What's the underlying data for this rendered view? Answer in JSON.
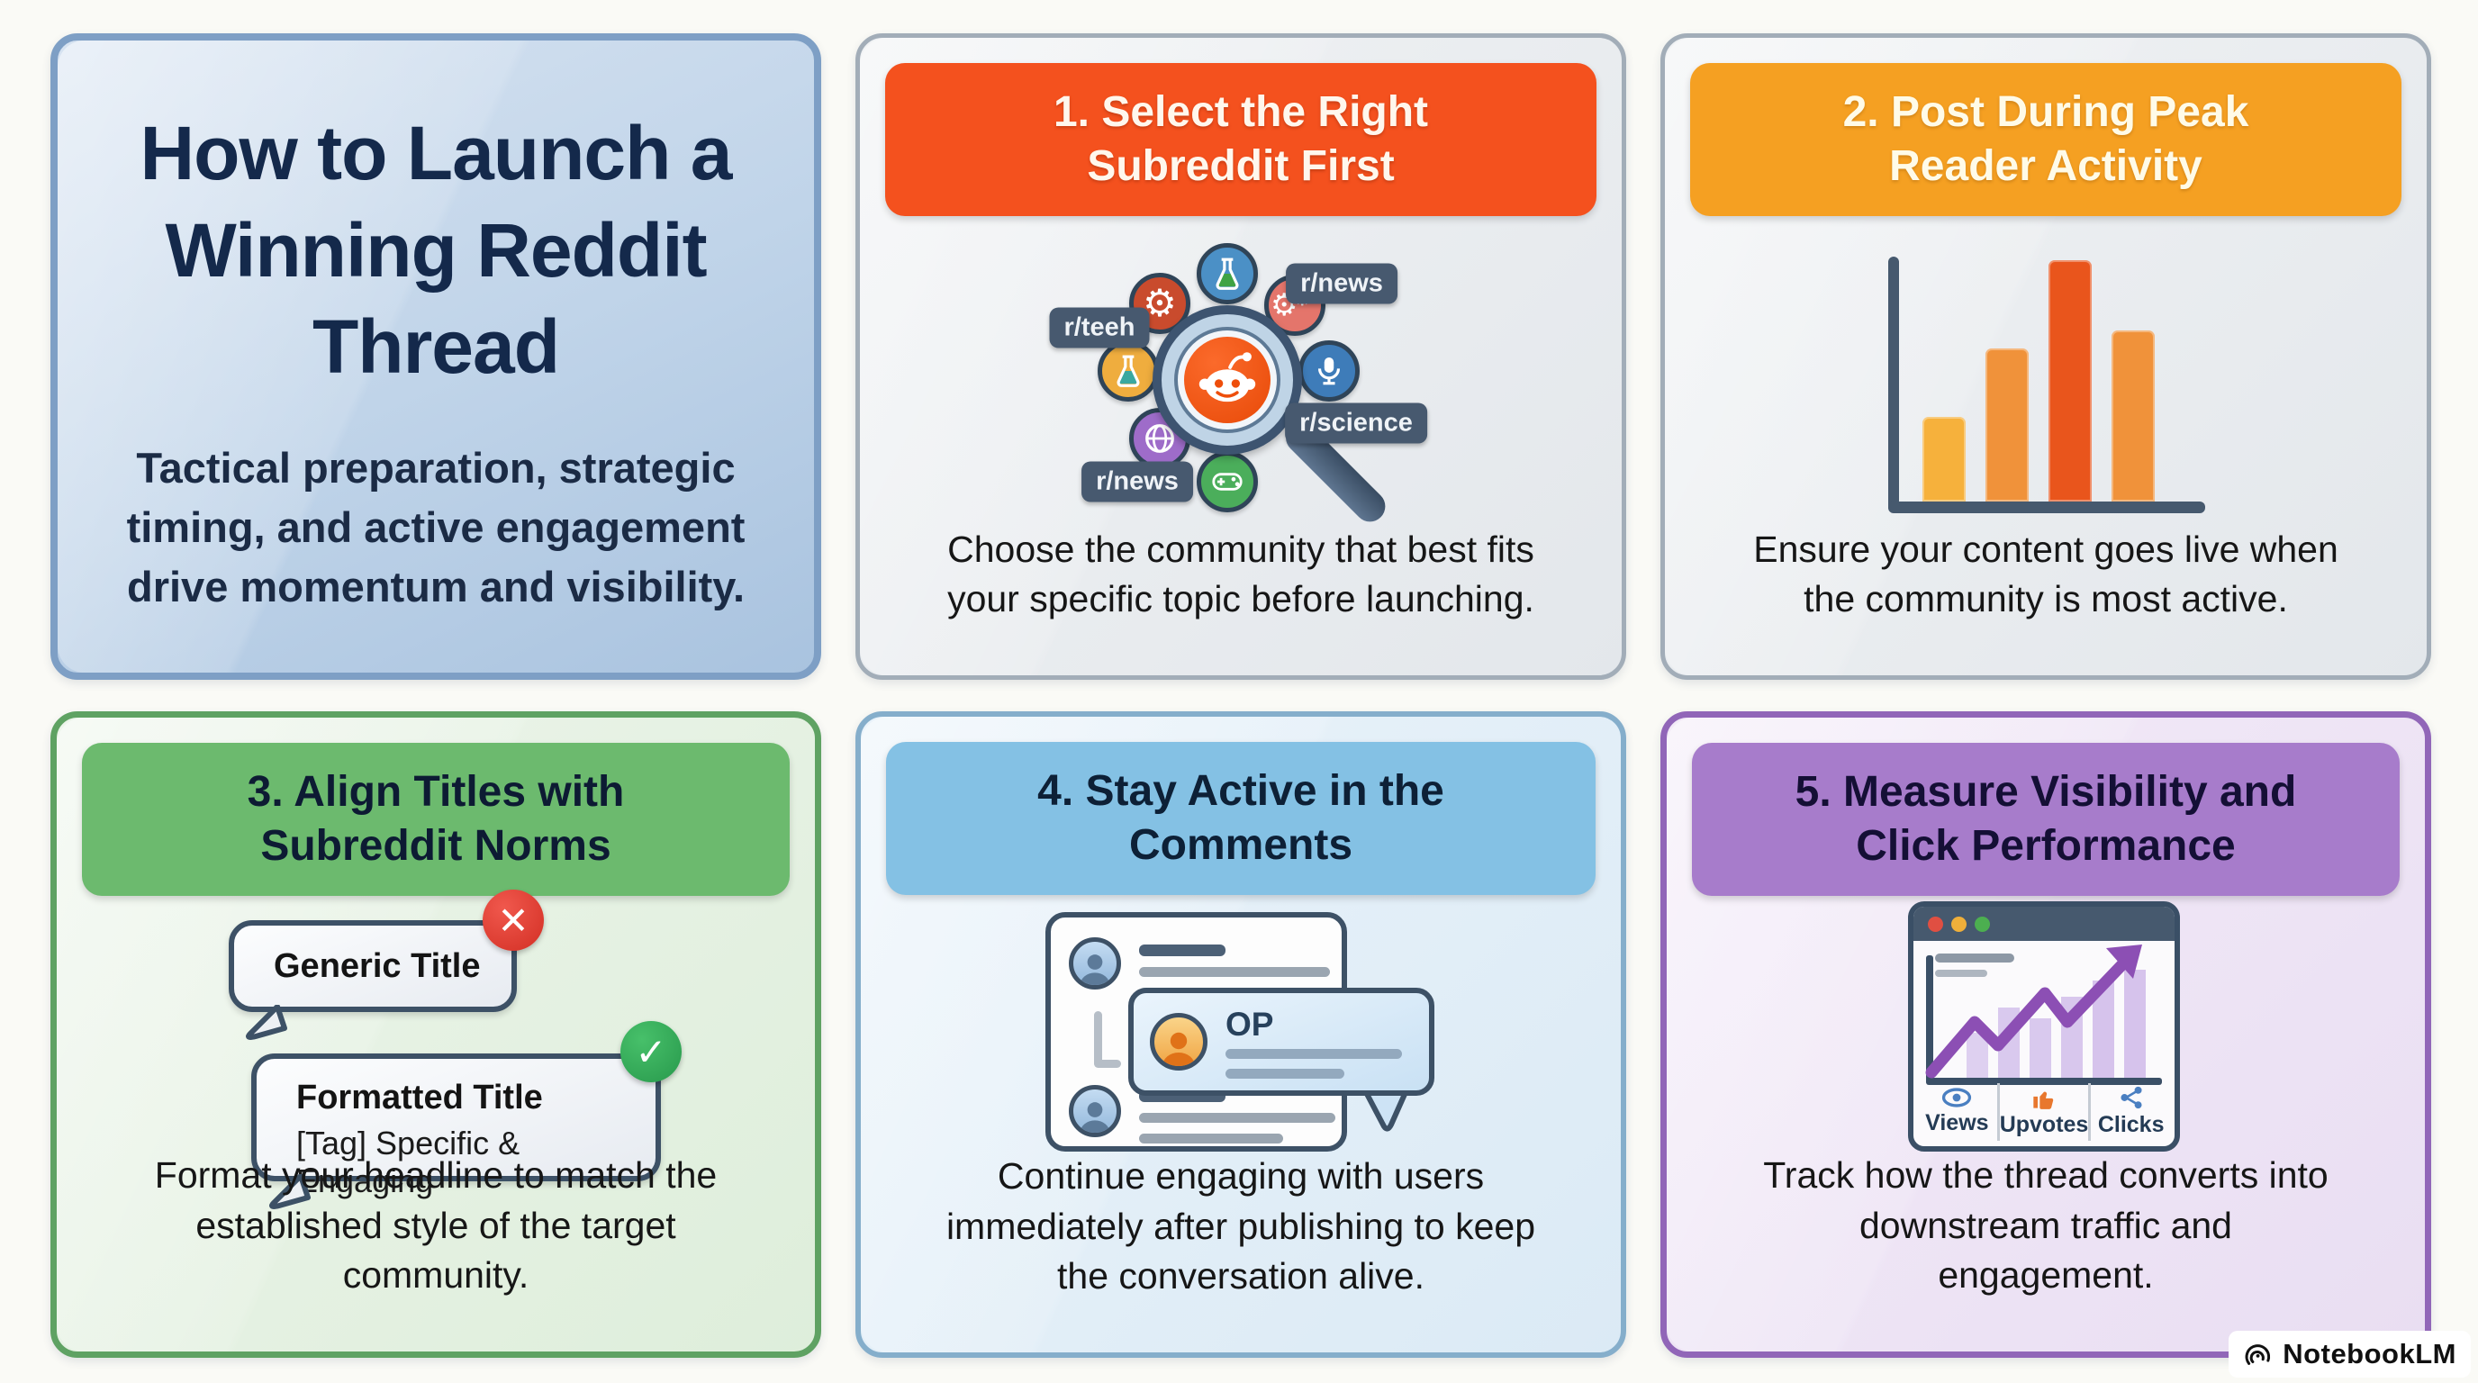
{
  "page": {
    "background": "#FAFAF6"
  },
  "watermark": {
    "label": "NotebookLM",
    "icon": "notebooklm-logo"
  },
  "intro_card": {
    "title": "How to Launch a\nWinning Reddit\nThread",
    "subtitle": "Tactical preparation, strategic\ntiming, and active engagement\ndrive momentum and visibility.",
    "colors": {
      "border": "#7E9FC5",
      "fill": "#BFD3E8",
      "title_text": "#14294B"
    }
  },
  "steps": [
    {
      "title": "1. Select the Right\nSubreddit First",
      "caption": "Choose the community that best fits\nyour specific topic before launching.",
      "header_color": "#F4511E",
      "icon": {
        "name": "subreddit-magnifier",
        "center": "reddit-logo-in-magnifying-glass",
        "tags": {
          "tag1": "r/teeh",
          "tag2": "r/news",
          "tag3": "r/science",
          "tag4": "r/news"
        },
        "badges": [
          "flask",
          "gear",
          "gears",
          "flask",
          "microphone",
          "globe",
          "controller"
        ]
      }
    },
    {
      "title": "2. Post During Peak\nReader Activity",
      "caption": "Ensure your content goes live when\nthe community is most active.",
      "header_color": "#F5A022",
      "icon": {
        "name": "bar-chart",
        "bar_heights_rel": [
          0.33,
          0.6,
          0.95,
          0.67
        ],
        "bar_colors": [
          "#F6B13C",
          "#F0923A",
          "#E9551C",
          "#F0923A"
        ],
        "axis_color": "#46596E"
      }
    },
    {
      "title": "3. Align Titles with\nSubreddit Norms",
      "caption": "Format your headline to match the\nestablished style of the target\ncommunity.",
      "header_color": "#6CBA6E",
      "bubbles": {
        "bad": {
          "line1": "Generic Title",
          "verdict": "✕",
          "verdict_color": "#D32F24"
        },
        "good": {
          "line1": "Formatted Title",
          "line2": "[Tag] Specific & Engaging",
          "verdict": "✓",
          "verdict_color": "#28994C"
        }
      }
    },
    {
      "title": "4. Stay Active in the\nComments",
      "caption": "Continue engaging with users\nimmediately after publishing to keep\nthe conversation alive.",
      "header_color": "#84C1E4",
      "icon": {
        "name": "comment-thread",
        "op_label": "OP"
      }
    },
    {
      "title": "5. Measure Visibility and\nClick Performance",
      "caption": "Track how the thread converts into\ndownstream traffic and\nengagement.",
      "header_color": "#A77CCB",
      "icon": {
        "name": "analytics-browser",
        "trend": "upward-purple-arrow",
        "metrics": {
          "m1": "Views",
          "m2": "Upvotes",
          "m3": "Clicks"
        }
      }
    }
  ]
}
